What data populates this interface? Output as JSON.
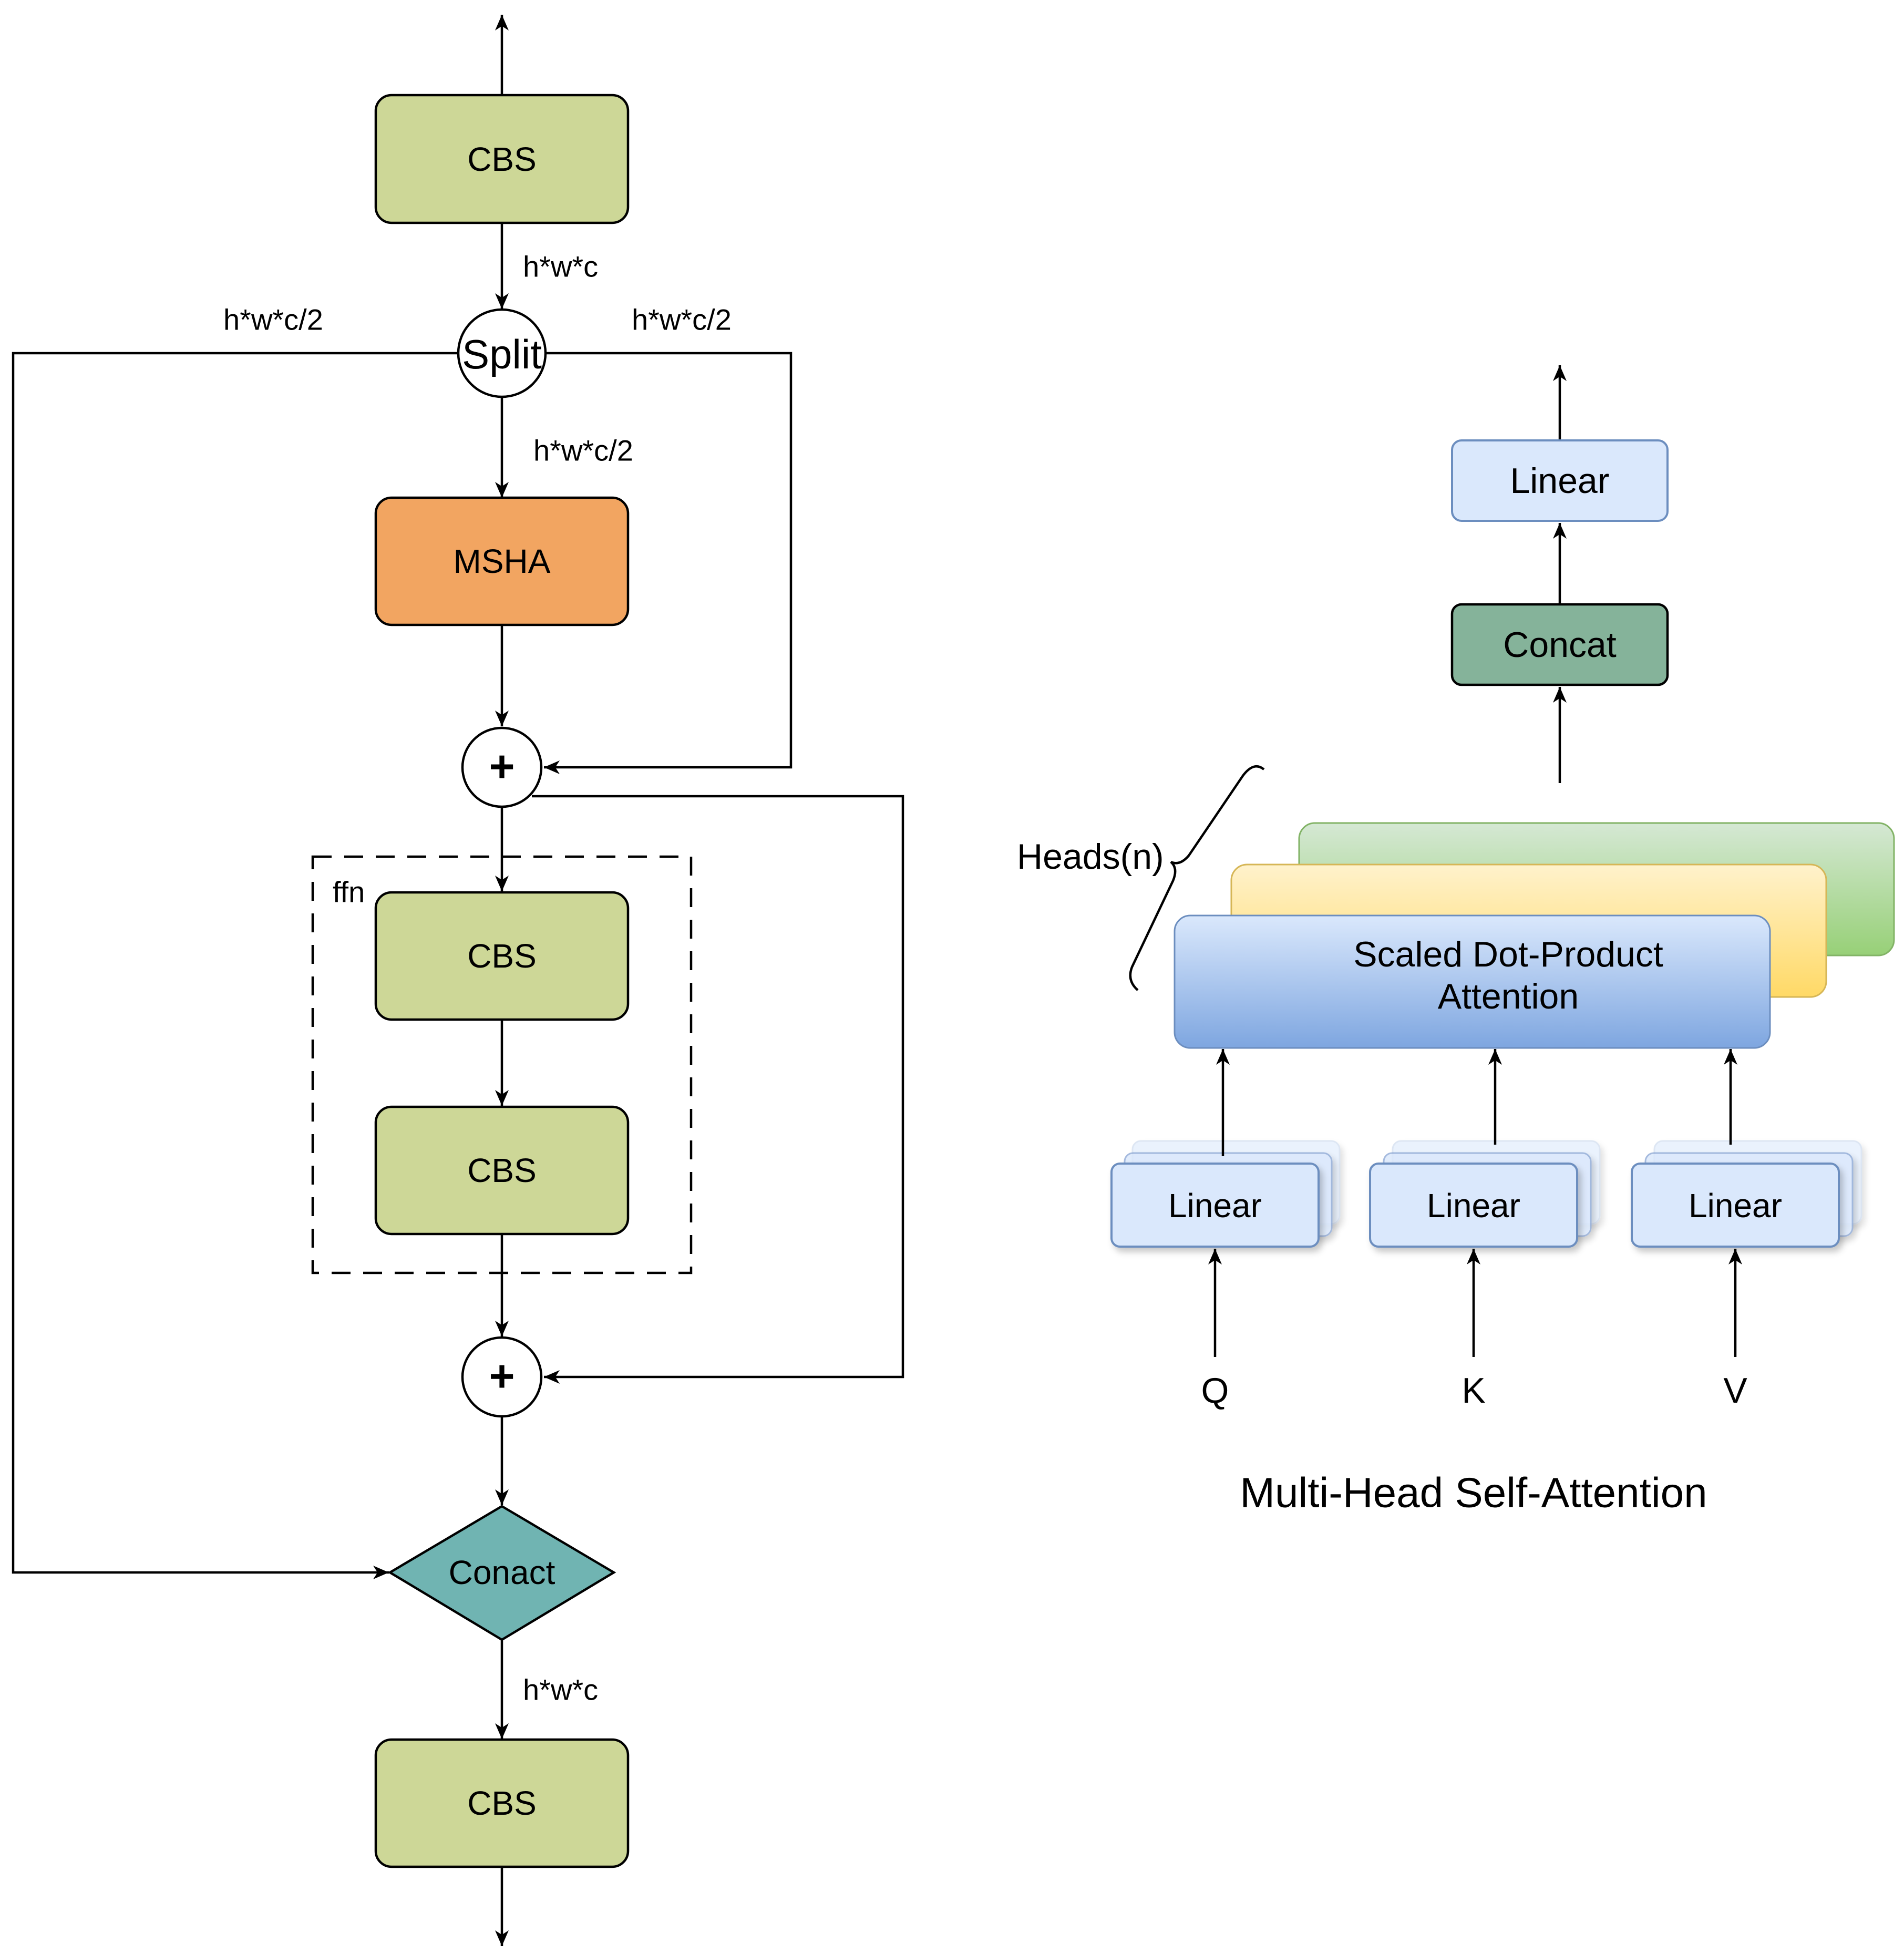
{
  "left_diagram": {
    "cbs_top": "CBS",
    "dim_top": "h*w*c",
    "dim_left": "h*w*c/2",
    "dim_right": "h*w*c/2",
    "split": "Split",
    "dim_msha": "h*w*c/2",
    "msha": "MSHA",
    "plus_1": "+",
    "ffn_label": "ffn",
    "ffn_cbs_1": "CBS",
    "ffn_cbs_2": "CBS",
    "plus_2": "+",
    "concat": "Conact",
    "dim_bottom": "h*w*c",
    "cbs_bottom": "CBS"
  },
  "right_diagram": {
    "linear_out": "Linear",
    "concat": "Concat",
    "heads_label": "Heads(n)",
    "attention_line1": "Scaled Dot-Product",
    "attention_line2": "Attention",
    "linear_q": "Linear",
    "linear_k": "Linear",
    "linear_v": "Linear",
    "input_q": "Q",
    "input_k": "K",
    "input_v": "V",
    "title": "Multi-Head Self-Attention"
  },
  "colors": {
    "cbs": "#cdd797",
    "msha": "#f2a561",
    "conact": "#70b4b2",
    "concat_block": "#85b39a",
    "linear": "#dae8fc",
    "linear_border": "#6c8ebf",
    "attention_top": "#dae8fc",
    "attention_bottom": "#7ea6e0",
    "head_yellow_top": "#fff2cc",
    "head_yellow_bottom": "#ffd966",
    "head_green_top": "#d5e8d4",
    "head_green_bottom": "#97d077"
  }
}
